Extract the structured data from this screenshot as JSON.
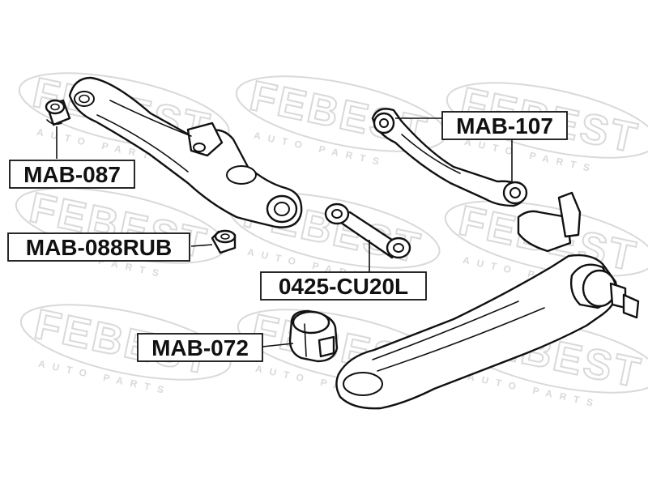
{
  "watermark": {
    "brand": "FEBEST",
    "subtitle": "AUTO PARTS"
  },
  "labels": {
    "mab087": "MAB-087",
    "mab088rub": "MAB-088RUB",
    "mab107": "MAB-107",
    "cu20l": "0425-CU20L",
    "mab072": "MAB-072"
  }
}
